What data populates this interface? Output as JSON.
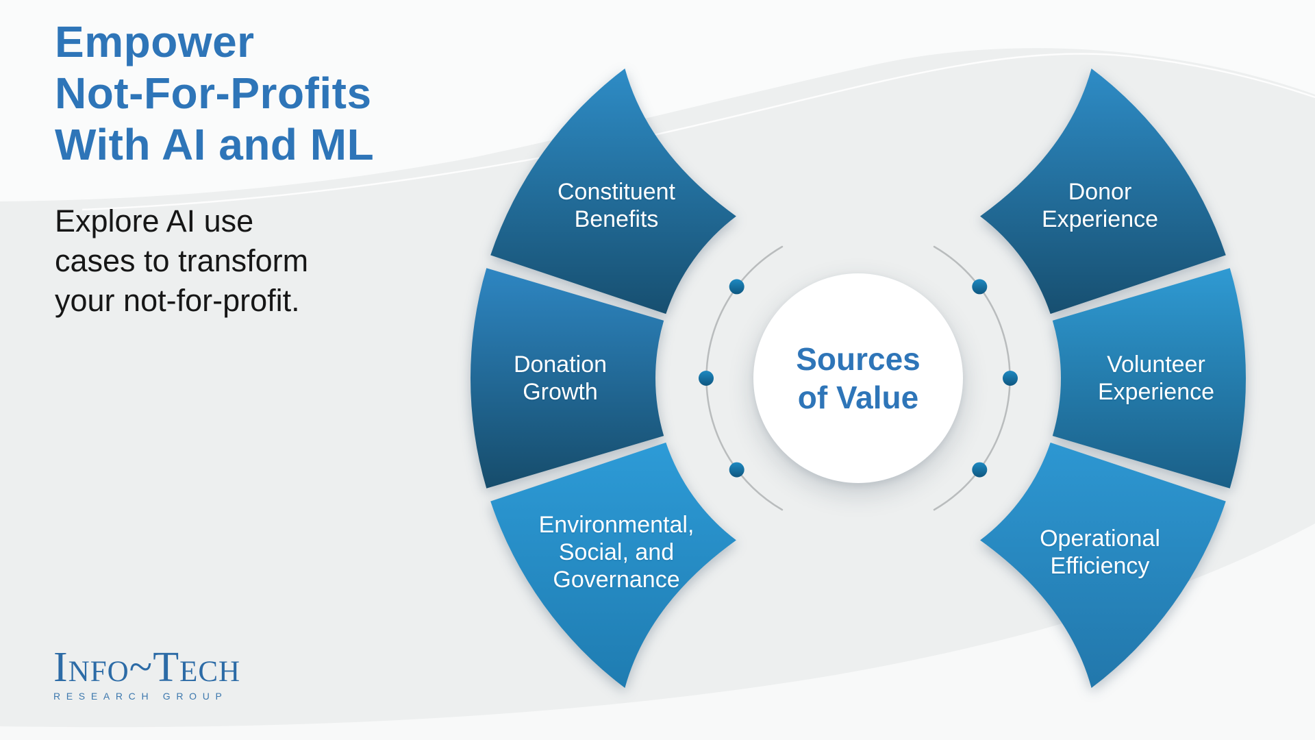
{
  "page": {
    "background_color": "#EDEFEF",
    "accent_blue": "#2E75B8",
    "arc_color": "#B9BCBD",
    "dot_color_top": "#1E89C1",
    "dot_color_bottom": "#0E567F"
  },
  "header": {
    "title": "Empower\nNot-For-Profits\nWith AI and ML",
    "subtitle": "Explore AI use\ncases to transform\nyour not-for-profit."
  },
  "diagram": {
    "center_label": "Sources\nof Value",
    "segments": [
      {
        "id": "constituent-benefits",
        "label": "Constituent\nBenefits",
        "gradient_top": "#2E8CC6",
        "gradient_bottom": "#174F70"
      },
      {
        "id": "donation-growth",
        "label": "Donation\nGrowth",
        "gradient_top": "#2E86C2",
        "gradient_bottom": "#164C6B"
      },
      {
        "id": "environmental-social-governance",
        "label": "Environmental,\nSocial, and\nGovernance",
        "gradient_top": "#2D9BD7",
        "gradient_bottom": "#1F7CB1"
      },
      {
        "id": "donor-experience",
        "label": "Donor\nExperience",
        "gradient_top": "#2E8CC6",
        "gradient_bottom": "#174F70"
      },
      {
        "id": "volunteer-experience",
        "label": "Volunteer\nExperience",
        "gradient_top": "#2F9AD3",
        "gradient_bottom": "#1A5F87"
      },
      {
        "id": "operational-efficiency",
        "label": "Operational\nEfficiency",
        "gradient_top": "#2D97D2",
        "gradient_bottom": "#2277AB"
      }
    ]
  },
  "logo": {
    "name": "Info~Tech",
    "subtext": "RESEARCH GROUP"
  }
}
